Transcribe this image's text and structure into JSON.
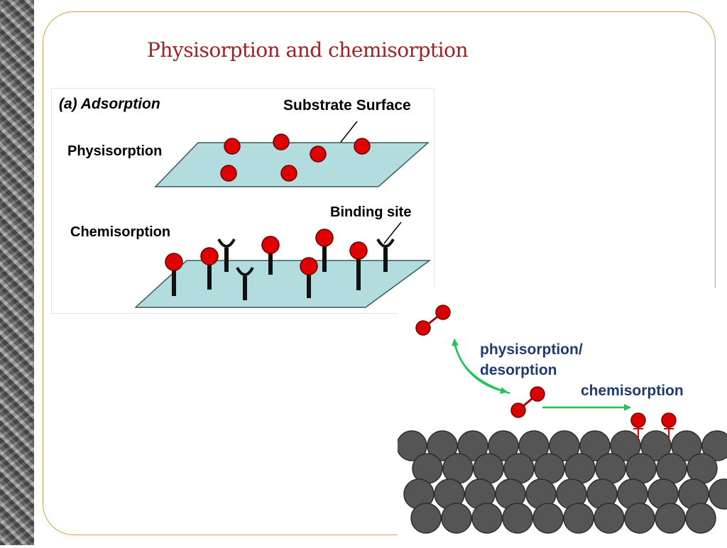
{
  "slide": {
    "title": "Physisorption and chemisorption"
  },
  "figure_a": {
    "heading": "(a) Adsorption",
    "substrate_label": "Substrate Surface",
    "physisorption_label": "Physisorption",
    "binding_label": "Binding site",
    "chemisorption_label": "Chemisorption"
  },
  "figure_b": {
    "physisorption_label_line1": "physisorption/",
    "physisorption_label_line2": "desorption",
    "chemisorption_label": "chemisorption"
  },
  "colors": {
    "title": "#9b2226",
    "frame": "#c9a24a",
    "surface": "#b2dcde",
    "adsorbate": "#e00000",
    "arrow": "#22c35a",
    "label_blue": "#1f3b6e",
    "substrate_atom": "#555555"
  }
}
